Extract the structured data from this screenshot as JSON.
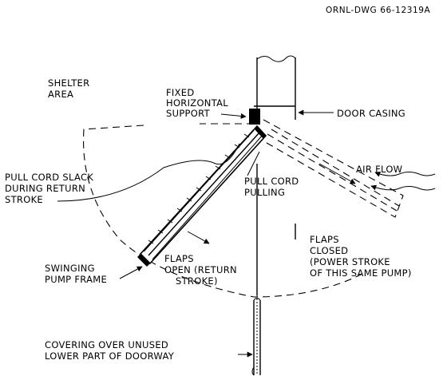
{
  "drawing_number": "ORNL-DWG 66-12319A",
  "labels": {
    "shelter_area": [
      "SHELTER",
      "AREA"
    ],
    "fixed_support": [
      "FIXED",
      "HORIZONTAL",
      "SUPPORT"
    ],
    "door_casing": "DOOR CASING",
    "pull_cord_slack": [
      "PULL CORD SLACK",
      "DURING RETURN",
      "STROKE"
    ],
    "pull_cord_pulling": [
      "PULL CORD",
      "PULLING"
    ],
    "air_flow": "AIR FLOW",
    "flaps_closed": [
      "FLAPS",
      "CLOSED",
      "(POWER STROKE",
      "OF THIS SAME PUMP)"
    ],
    "swinging_frame": [
      "SWINGING",
      "PUMP FRAME"
    ],
    "flaps_open": [
      "FLAPS",
      "OPEN (RETURN",
      "STROKE)"
    ],
    "covering": [
      "COVERING OVER UNUSED",
      "LOWER PART OF DOORWAY"
    ]
  }
}
